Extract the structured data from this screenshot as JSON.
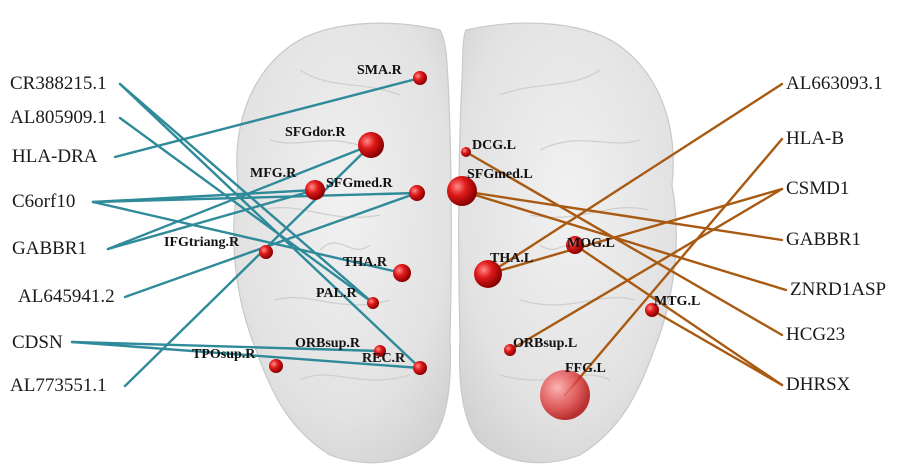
{
  "colors": {
    "right_links": "#2f8a9a",
    "left_links": "#a85a12",
    "node": "#d41515",
    "brain": "#e7e7e7"
  },
  "left_genes": [
    {
      "id": "CR388215.1",
      "label": "CR388215.1"
    },
    {
      "id": "AL805909.1",
      "label": "AL805909.1"
    },
    {
      "id": "HLA-DRA",
      "label": "HLA-DRA"
    },
    {
      "id": "C6orf10",
      "label": "C6orf10"
    },
    {
      "id": "GABBR1",
      "label": "GABBR1"
    },
    {
      "id": "AL645941.2",
      "label": "AL645941.2"
    },
    {
      "id": "CDSN",
      "label": "CDSN"
    },
    {
      "id": "AL773551.1",
      "label": "AL773551.1"
    }
  ],
  "right_genes": [
    {
      "id": "AL663093.1",
      "label": "AL663093.1"
    },
    {
      "id": "HLA-B",
      "label": "HLA-B"
    },
    {
      "id": "CSMD1",
      "label": "CSMD1"
    },
    {
      "id": "GABBR1-L",
      "label": "GABBR1"
    },
    {
      "id": "ZNRD1ASP",
      "label": "ZNRD1ASP"
    },
    {
      "id": "HCG23",
      "label": "HCG23"
    },
    {
      "id": "DHRSX",
      "label": "DHRSX"
    }
  ],
  "regions": [
    {
      "id": "SMA.R",
      "label": "SMA.R"
    },
    {
      "id": "SFGdor.R",
      "label": "SFGdor.R"
    },
    {
      "id": "MFG.R",
      "label": "MFG.R"
    },
    {
      "id": "SFGmed.R",
      "label": "SFGmed.R"
    },
    {
      "id": "IFGtriang.R",
      "label": "IFGtriang.R"
    },
    {
      "id": "THA.R",
      "label": "THA.R"
    },
    {
      "id": "PAL.R",
      "label": "PAL.R"
    },
    {
      "id": "ORBsup.R",
      "label": "ORBsup.R"
    },
    {
      "id": "TPOsup.R",
      "label": "TPOsup.R"
    },
    {
      "id": "REC.R",
      "label": "REC.R"
    },
    {
      "id": "DCG.L",
      "label": "DCG.L"
    },
    {
      "id": "SFGmed.L",
      "label": "SFGmed.L"
    },
    {
      "id": "MOG.L",
      "label": "MOG.L"
    },
    {
      "id": "THA.L",
      "label": "THA.L"
    },
    {
      "id": "MTG.L",
      "label": "MTG.L"
    },
    {
      "id": "ORBsup.L",
      "label": "ORBsup.L"
    },
    {
      "id": "FFG.L",
      "label": "FFG.L"
    }
  ],
  "links": [
    [
      "CR388215.1",
      "PAL.R"
    ],
    [
      "CR388215.1",
      "REC.R"
    ],
    [
      "AL805909.1",
      "PAL.R"
    ],
    [
      "HLA-DRA",
      "SMA.R"
    ],
    [
      "C6orf10",
      "MFG.R"
    ],
    [
      "C6orf10",
      "SFGmed.R"
    ],
    [
      "C6orf10",
      "THA.R"
    ],
    [
      "GABBR1",
      "MFG.R"
    ],
    [
      "GABBR1",
      "SFGdor.R"
    ],
    [
      "AL645941.2",
      "SFGmed.R"
    ],
    [
      "CDSN",
      "ORBsup.R"
    ],
    [
      "CDSN",
      "REC.R"
    ],
    [
      "AL773551.1",
      "SFGdor.R"
    ],
    [
      "AL663093.1",
      "THA.L"
    ],
    [
      "HLA-B",
      "FFG.L"
    ],
    [
      "CSMD1",
      "ORBsup.L"
    ],
    [
      "CSMD1",
      "THA.L"
    ],
    [
      "GABBR1-L",
      "SFGmed.L"
    ],
    [
      "ZNRD1ASP",
      "SFGmed.L"
    ],
    [
      "HCG23",
      "DCG.L"
    ],
    [
      "DHRSX",
      "MOG.L"
    ],
    [
      "DHRSX",
      "MTG.L"
    ]
  ]
}
